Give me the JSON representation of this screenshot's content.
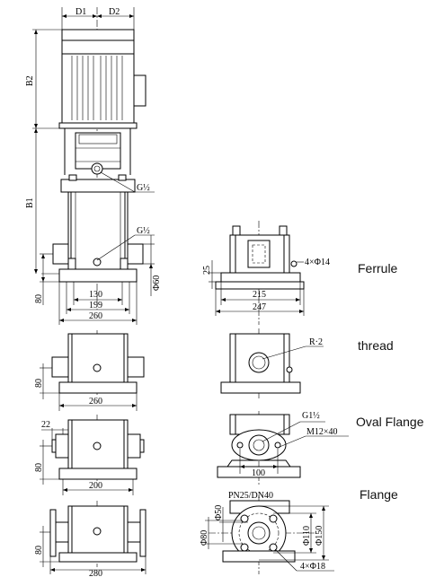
{
  "dimensions": {
    "d1": "D1",
    "d2": "D2",
    "b2": "B2",
    "b1": "B1",
    "g_half_top": "G½",
    "g_half_mid": "G½",
    "phi60": "Φ60",
    "d80_a": "80",
    "d130": "130",
    "d199": "199",
    "d260_a": "260",
    "d25": "25",
    "d4x14": "4×Φ14",
    "d215": "215",
    "d247": "247",
    "d80_b": "80",
    "d260_b": "260",
    "r2": "R·2",
    "d22": "22",
    "d80_c": "80",
    "d200": "200",
    "g1half": "G1½",
    "m12x40": "M12×40",
    "d100": "100",
    "pn_dn": "PN25/DN40",
    "phi50": "Φ50",
    "phi80": "Φ80",
    "phi110": "Φ110",
    "phi150": "Φ150",
    "d4x18": "4×Φ18",
    "d80_d": "80",
    "d280": "280"
  },
  "connection_types": {
    "ferrule": "Ferrule",
    "thread": "thread",
    "oval_flange": "Oval Flange",
    "flange": "Flange"
  }
}
